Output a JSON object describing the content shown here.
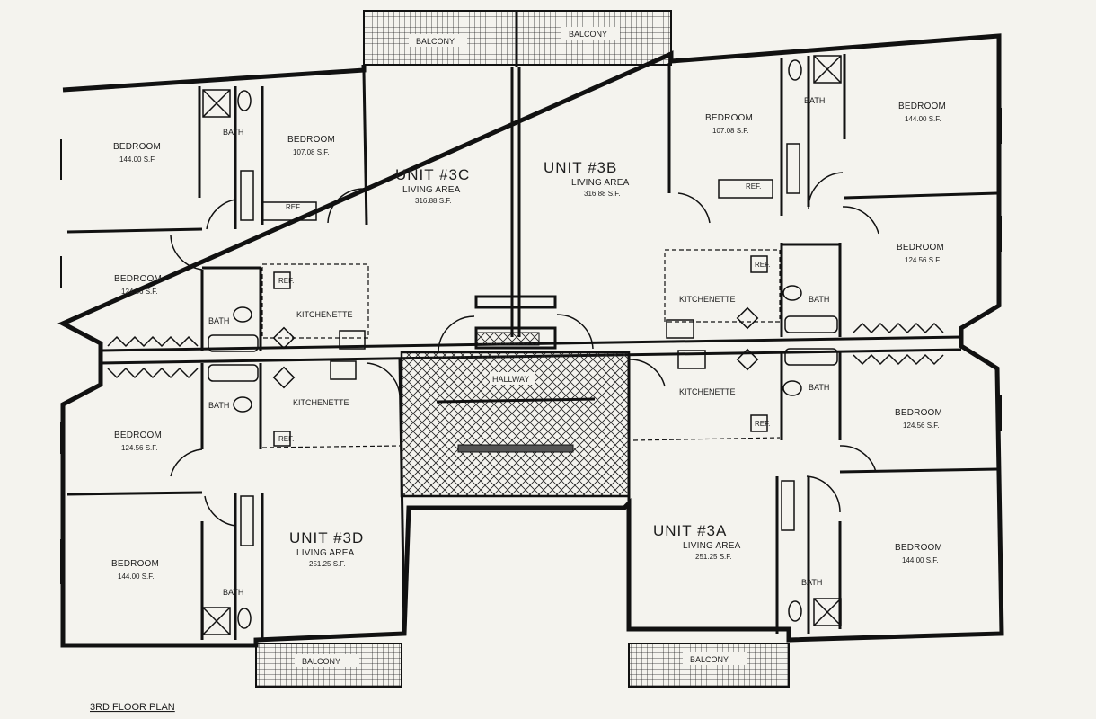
{
  "plan_title": "3RD FLOOR PLAN",
  "hallway_label": "HALLWAY",
  "balconies": [
    "BALCONY",
    "BALCONY",
    "BALCONY",
    "BALCONY"
  ],
  "units": {
    "u3c": {
      "name": "UNIT #3C",
      "living": "LIVING AREA",
      "sf": "316.88 S.F."
    },
    "u3b": {
      "name": "UNIT #3B",
      "living": "LIVING AREA",
      "sf": "316.88 S.F."
    },
    "u3d": {
      "name": "UNIT #3D",
      "living": "LIVING AREA",
      "sf": "251.25 S.F."
    },
    "u3a": {
      "name": "UNIT #3A",
      "living": "LIVING AREA",
      "sf": "251.25 S.F."
    }
  },
  "rooms": {
    "bedroom": "BEDROOM",
    "bath": "BATH",
    "kitchenette": "KITCHENETTE",
    "ref": "REF."
  },
  "areas": {
    "b3c_nw": "144.00 S.F.",
    "b3c_n": "107.08 S.F.",
    "b3c_w": "124.56 S.F.",
    "b3b_n": "107.08 S.F.",
    "b3b_ne": "144.00 S.F.",
    "b3b_e": "124.56 S.F.",
    "b3d_w": "124.56 S.F.",
    "b3d_sw": "144.00 S.F.",
    "b3a_e": "124.56 S.F.",
    "b3a_se": "144.00 S.F."
  }
}
